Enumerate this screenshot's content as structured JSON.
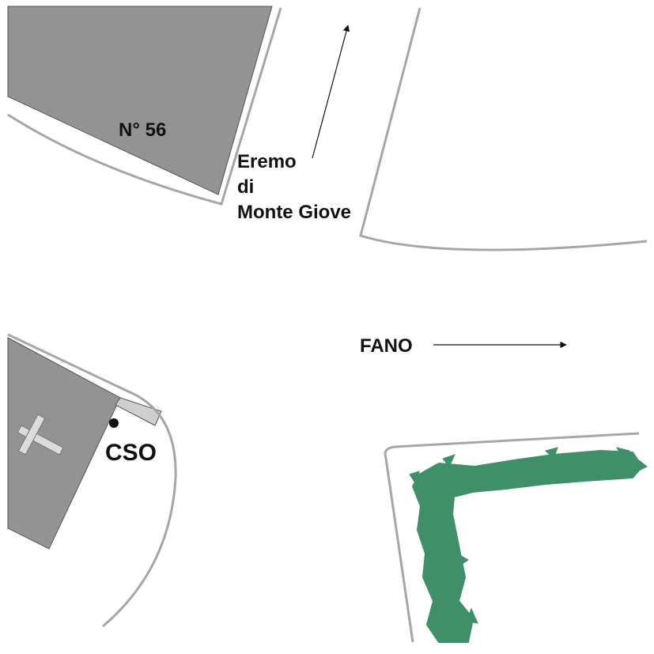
{
  "labels": {
    "building_number": "N° 56",
    "destination_1_line1": "Eremo",
    "destination_1_line2": "di",
    "destination_1_line3": "Monte Giove",
    "destination_2": "FANO",
    "point_label": "CSO"
  },
  "colors": {
    "building": "#939393",
    "road_edge": "#a6a6a6",
    "hedge": "#3f9068",
    "arrow": "#111111",
    "annex": "#cfcfcf"
  },
  "icons": {
    "building_symbol": "cross-icon",
    "marker": "dot-marker-icon"
  }
}
